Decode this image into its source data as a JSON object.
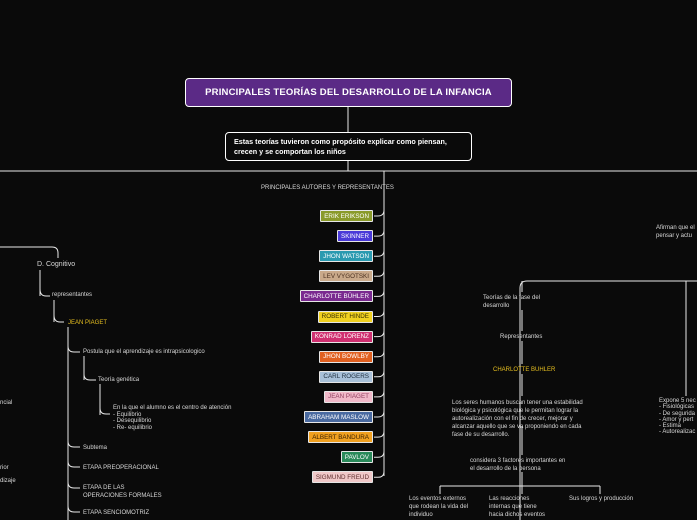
{
  "root": {
    "title": "PRINCIPALES TEORÍAS DEL  DESARROLLO  DE LA INFANCIA"
  },
  "purpose": {
    "text": "Estas teorías tuvieron como propósito explicar como piensan, crecen y se comportan los niños"
  },
  "authors_header": "PRINCIPALES AUTORES Y REPRESENTANTES",
  "authors": [
    {
      "label": "ERIK ERIKSON",
      "bg": "#8a9a2a",
      "fg": "#ffffff"
    },
    {
      "label": "SKINNER",
      "bg": "#4a3ad8",
      "fg": "#ffffff"
    },
    {
      "label": "JHON WATSON",
      "bg": "#2a9ab0",
      "fg": "#ffffff"
    },
    {
      "label": "LEV VYGOTSKI",
      "bg": "#c9a98a",
      "fg": "#4a3020"
    },
    {
      "label": "CHARLOTTE BÜHLER",
      "bg": "#7a2a90",
      "fg": "#ffffff"
    },
    {
      "label": "ROBERT HINDE",
      "bg": "#f0d020",
      "fg": "#3a3000"
    },
    {
      "label": "KONRAD LORENZ",
      "bg": "#d03070",
      "fg": "#ffffff"
    },
    {
      "label": "JHON BOWLBY",
      "bg": "#e06020",
      "fg": "#ffffff"
    },
    {
      "label": "CARL ROGERS",
      "bg": "#a8c0d8",
      "fg": "#203040"
    },
    {
      "label": "JEAN PIAGET",
      "bg": "#f0b8c8",
      "fg": "#904060"
    },
    {
      "label": "ABRAHAM MASLOW",
      "bg": "#4a6aa0",
      "fg": "#ffffff"
    },
    {
      "label": "ALBERT BANDURA",
      "bg": "#f0a020",
      "fg": "#3a2000"
    },
    {
      "label": "PAVLOV",
      "bg": "#2a8a5a",
      "fg": "#ffffff"
    },
    {
      "label": "SIGMUND FREUD",
      "bg": "#f0c8c8",
      "fg": "#603030"
    }
  ],
  "left": {
    "d_cognitivo": "D. Cognitivo",
    "representantes": "representantes",
    "jean_piaget": "JEAN PIAGET",
    "postula": "Postula que el aprendizaje es intrapsicologico",
    "teoria": "Teoría genética",
    "centro": "En la que el alumno es el centro de atención\n- Equilibrio\n- Desequilibrio\n- Re- equilibrio",
    "subtema": "Subtema",
    "preoperacional": "ETAPA PREOPERACIONAL",
    "formales": "ETAPA DE LAS\nOPERACIONES FORMALES",
    "sensoriomotriz": "ETAPA SENCIOMOTRIZ",
    "edge1": "ncial",
    "edge2": "rior",
    "edge3": "dizaje"
  },
  "right": {
    "afirman": "Afirman que el\npensar y actu",
    "teorias_fase": "Teorías de la fase del\ndesarrollo",
    "representantes": "Representantes",
    "charlotte": "CHARLOTTE BUHLER",
    "seres": "Los seres humanos buscan tener una estabilidad biológica y psicológica  que le permitan lograr la autorealización con el fin de crecer, mejorar y alcanzar aquello que se va proponiendo en cada fase de su desarrollo.",
    "considera": "considera 3 factores importantes en\nel desarrollo de la persona",
    "eventos": "Los eventos externos\nque rodean la vida del\nindividuo",
    "reacciones": "Las reacciones\ninternas que tiene\nhacia dichos eventos",
    "logros": "Sus logros y producción",
    "expone": "Expone 5 nec\n- Fisiológicas\n- De segurida\n- Amor y pert\n- Estima\n- Autorealizac"
  }
}
